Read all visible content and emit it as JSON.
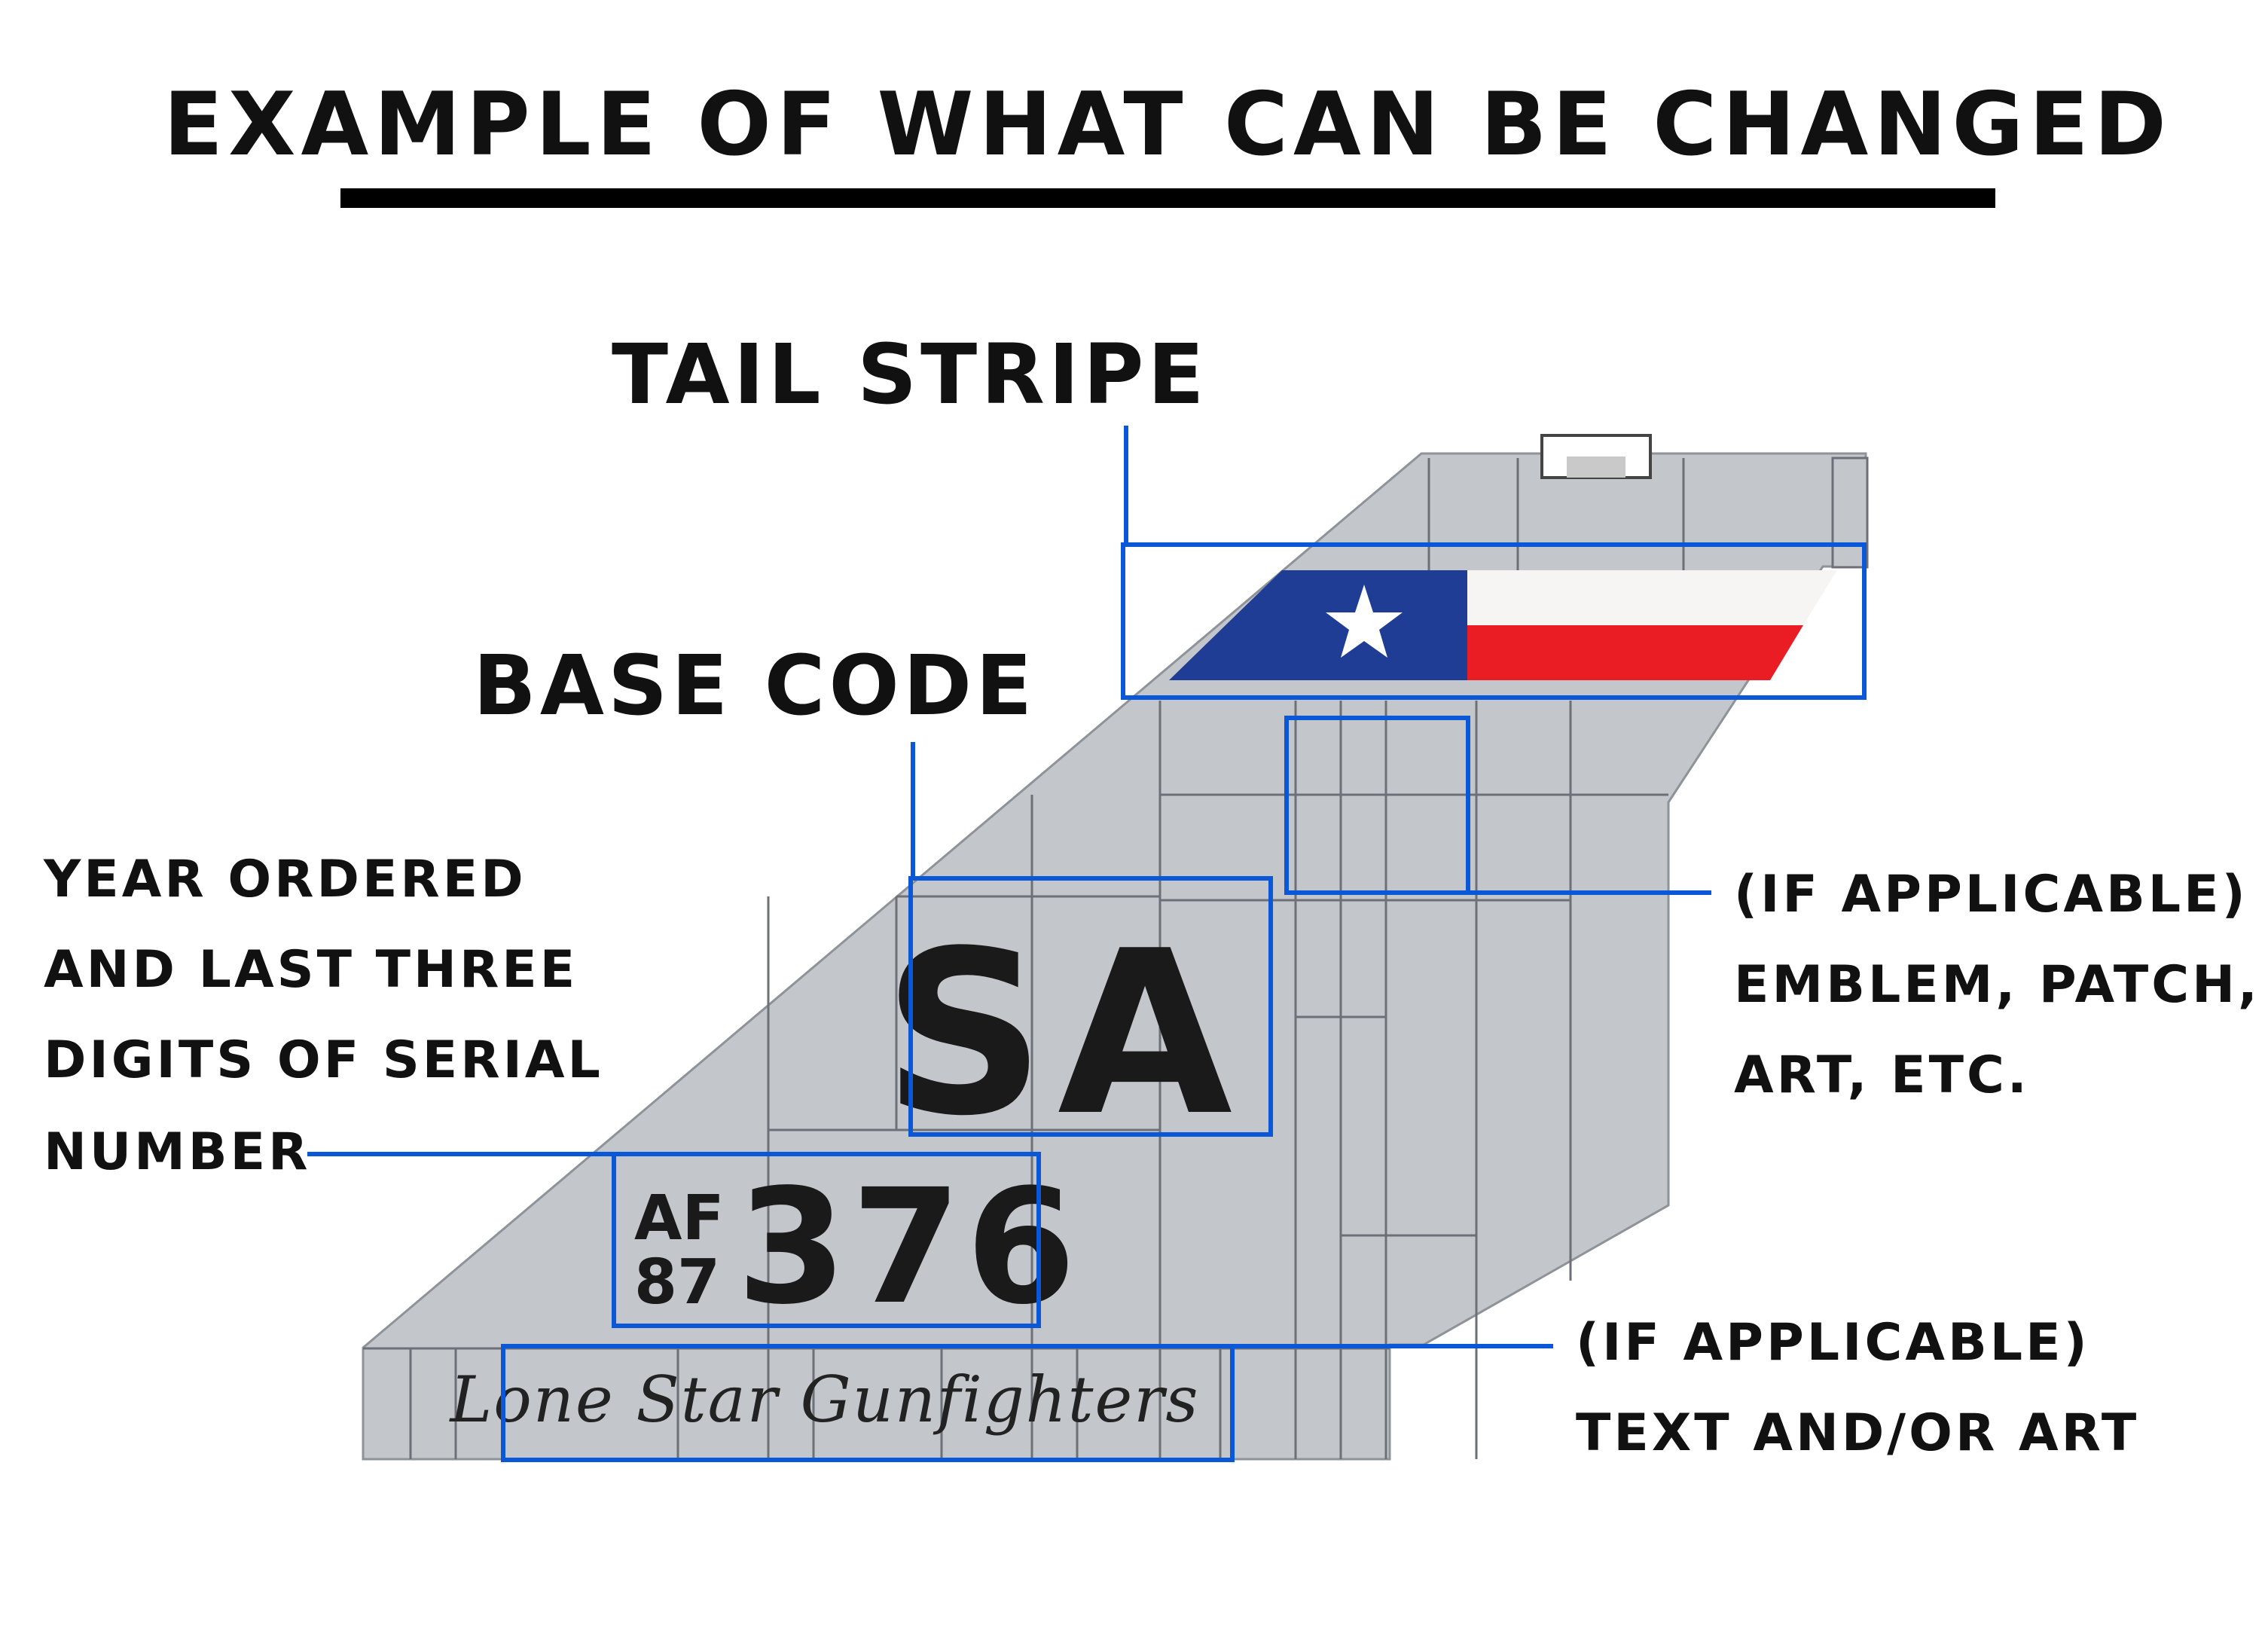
{
  "title": "EXAMPLE OF WHAT CAN BE CHANGED",
  "labels": {
    "tail_stripe": "TAIL STRIPE",
    "base_code": "BASE CODE",
    "serial": [
      "YEAR ORDERED",
      "AND LAST THREE",
      "DIGITS OF SERIAL",
      "NUMBER"
    ],
    "emblem": [
      "(IF APPLICABLE)",
      "EMBLEM, PATCH,",
      "ART, ETC."
    ],
    "text_art": [
      "(IF APPLICABLE)",
      "TEXT AND/OR ART"
    ]
  },
  "tail": {
    "base_code": "SA",
    "serial_prefix": "AF",
    "serial_year": "87",
    "serial_number": "376",
    "nickname": "Lone Star Gunfighters"
  },
  "colors": {
    "tail_gray": "#c3c7cc",
    "callout_blue": "#0a57d8",
    "flag_blue": "#203d96",
    "flag_red": "#ea1c24",
    "flag_white": "#f7f4f4"
  }
}
